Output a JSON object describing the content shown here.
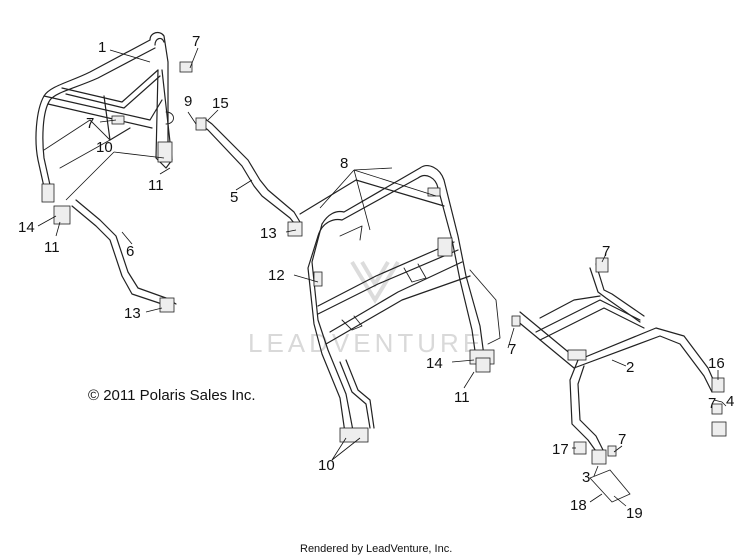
{
  "watermark": "LEADVENTURE",
  "copyright": "© 2011 Polaris Sales Inc.",
  "credit": "Rendered by LeadVenture, Inc.",
  "callouts": {
    "c1": "1",
    "c2": "2",
    "c3": "3",
    "c4": "4",
    "c5": "5",
    "c6": "6",
    "c7a": "7",
    "c7b": "7",
    "c7c": "7",
    "c7d": "7",
    "c7e": "7",
    "c7f": "7",
    "c8": "8",
    "c9": "9",
    "c10a": "10",
    "c10b": "10",
    "c11a": "11",
    "c11b": "11",
    "c11c": "11",
    "c12": "12",
    "c13a": "13",
    "c13b": "13",
    "c14a": "14",
    "c14b": "14",
    "c15": "15",
    "c16": "16",
    "c17": "17",
    "c18": "18",
    "c19": "19"
  }
}
